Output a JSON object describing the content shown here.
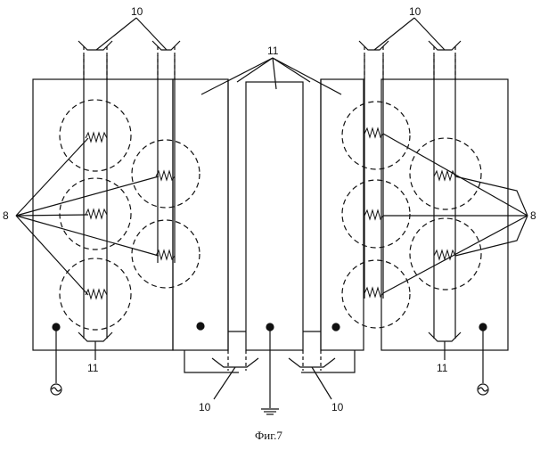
{
  "figure": {
    "caption": "Фиг.7",
    "labels": {
      "electrode": "10",
      "connector": "11",
      "heating_zone": "8"
    },
    "symbols": {
      "ac_source": "ac-source-icon",
      "ground": "ground-icon"
    }
  },
  "colors": {
    "stroke": "#111111",
    "background": "#ffffff"
  }
}
